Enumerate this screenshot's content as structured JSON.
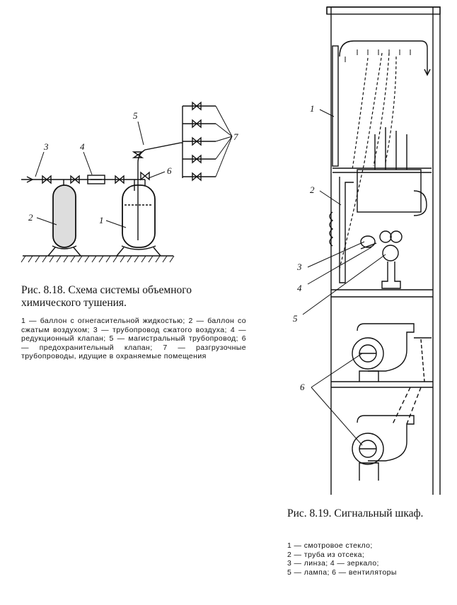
{
  "fig18": {
    "caption": "Рис. 8.18. Схема системы объемного химического тушения.",
    "legend": "1 — баллон с огнегасительной жидкостью; 2 — баллон со сжатым воздухом; 3 — трубопровод сжатого воздуха; 4 — редукционный клапан; 5 — магистральный трубопровод; 6 — предохранительный клапан; 7 — разгрузочные трубопроводы, идущие в охраняемые помещения",
    "labels": [
      "3",
      "4",
      "5",
      "6",
      "7",
      "2",
      "1"
    ]
  },
  "fig19": {
    "caption": "Рис. 8.19. Сигнальный шкаф.",
    "legend": [
      "1 — смотровое стекло;",
      "2 — труба из отсека;",
      "3 — линза; 4 — зеркало;",
      "5 — лампа; 6 — вентиляторы"
    ],
    "labels": [
      "1",
      "2",
      "3",
      "4",
      "5",
      "6"
    ]
  }
}
